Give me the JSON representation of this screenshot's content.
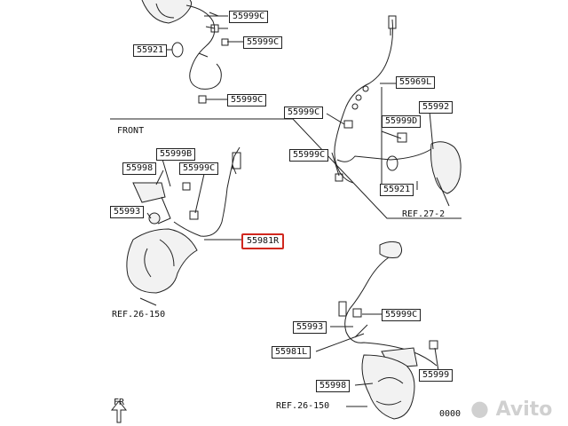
{
  "labels": {
    "a1": "55999C",
    "a2": "55921",
    "a3": "55999C",
    "a4": "55999C",
    "b1": "55969L",
    "b2": "55999C",
    "b3": "55992",
    "b4": "55999D",
    "b5": "55999C",
    "b6": "55921",
    "b7": "REF.27-2",
    "front": "FRONT",
    "c1": "55999B",
    "c2": "55998",
    "c3": "55999C",
    "c4": "55993",
    "c5": "55981R",
    "c6": "REF.26-150",
    "d1": "55999C",
    "d2": "55993",
    "d3": "55981L",
    "d4": "55998",
    "d5": "55999",
    "d6": "REF.26-150",
    "fr": "FR",
    "code": "0000"
  },
  "colors": {
    "line": "#222222",
    "highlight": "#d0281e",
    "fill": "#f2f2f2"
  },
  "watermark": {
    "text": "Avito"
  }
}
